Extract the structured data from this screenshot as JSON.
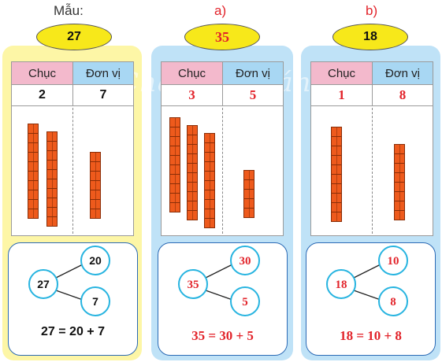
{
  "model": {
    "caption": "Mẫu:",
    "number": "27",
    "table": {
      "tens_header": "Chục",
      "units_header": "Đơn vị",
      "tens": "2",
      "units": "7"
    },
    "bond": {
      "whole": "27",
      "part1": "20",
      "part2": "7"
    },
    "equation": "27 = 20 + 7"
  },
  "part_a": {
    "caption": "a)",
    "number": "35",
    "table": {
      "tens_header": "Chục",
      "units_header": "Đơn vị",
      "tens": "3",
      "units": "5"
    },
    "bond": {
      "whole": "35",
      "part1": "30",
      "part2": "5"
    },
    "equation": "35 = 30 + 5"
  },
  "part_b": {
    "caption": "b)",
    "number": "18",
    "table": {
      "tens_header": "Chục",
      "units_header": "Đơn vị",
      "tens": "1",
      "units": "8"
    },
    "bond": {
      "whole": "18",
      "part1": "10",
      "part2": "8"
    },
    "equation": "18 = 10 + 8"
  },
  "watermark": "Chân trời sáng tạo",
  "colors": {
    "tens_header": "#f3b9cc",
    "units_header": "#a8d7f3",
    "answer_red": "#e2232a",
    "oval_yellow": "#f7e81a",
    "rod_orange": "#ee5a1c"
  }
}
